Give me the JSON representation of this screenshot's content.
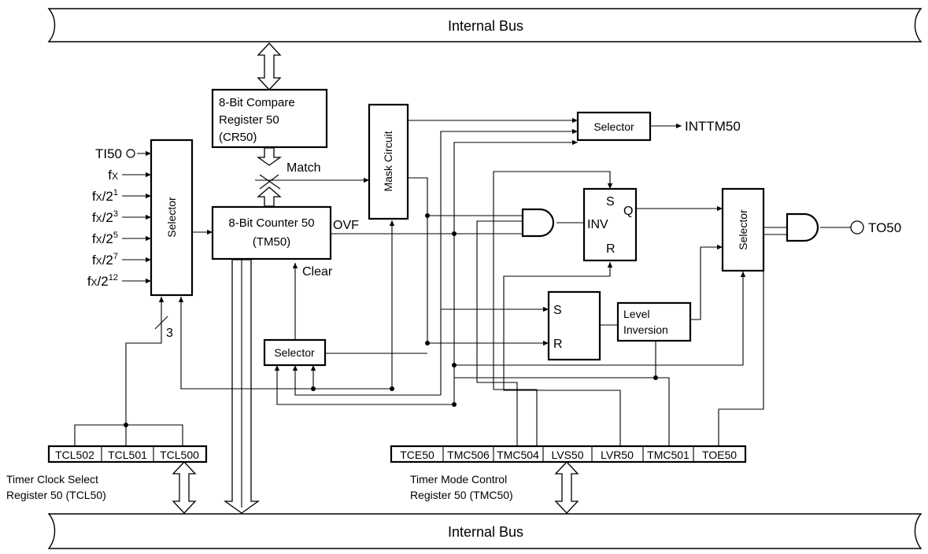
{
  "buses": {
    "top": "Internal Bus",
    "bottom": "Internal Bus"
  },
  "compare_register": [
    "8-Bit Compare",
    "Register 50",
    "(CR50)"
  ],
  "counter": [
    "8-Bit Counter 50",
    "(TM50)"
  ],
  "labels": {
    "match": "Match",
    "ovf": "OVF",
    "clear": "Clear",
    "mask_circuit": "Mask Circuit",
    "selector": "Selector",
    "inttm": "INTTM50",
    "to": "TO50",
    "three": "3",
    "level_inversion": [
      "Level",
      "Inversion"
    ],
    "ff_s": "S",
    "ff_q": "Q",
    "ff_inv": "INV",
    "ff_r": "R",
    "rs_s": "S",
    "rs_r": "R"
  },
  "inputs": [
    {
      "base": "TI50",
      "sup": ""
    },
    {
      "base": "f",
      "sub": "X",
      "rest": "",
      "sup": ""
    },
    {
      "base": "f",
      "sub": "X",
      "rest": "/2",
      "sup": "1"
    },
    {
      "base": "f",
      "sub": "X",
      "rest": "/2",
      "sup": "3"
    },
    {
      "base": "f",
      "sub": "X",
      "rest": "/2",
      "sup": "5"
    },
    {
      "base": "f",
      "sub": "X",
      "rest": "/2",
      "sup": "7"
    },
    {
      "base": "f",
      "sub": "X",
      "rest": "/2",
      "sup": "12"
    }
  ],
  "tcl_register": {
    "bits": [
      "TCL502",
      "TCL501",
      "TCL500"
    ],
    "caption": [
      "Timer Clock Select",
      "Register 50 (TCL50)"
    ]
  },
  "tmc_register": {
    "bits": [
      "TCE50",
      "TMC506",
      "TMC504",
      "LVS50",
      "LVR50",
      "TMC501",
      "TOE50"
    ],
    "caption": [
      "Timer Mode Control",
      "Register 50 (TMC50)"
    ]
  }
}
